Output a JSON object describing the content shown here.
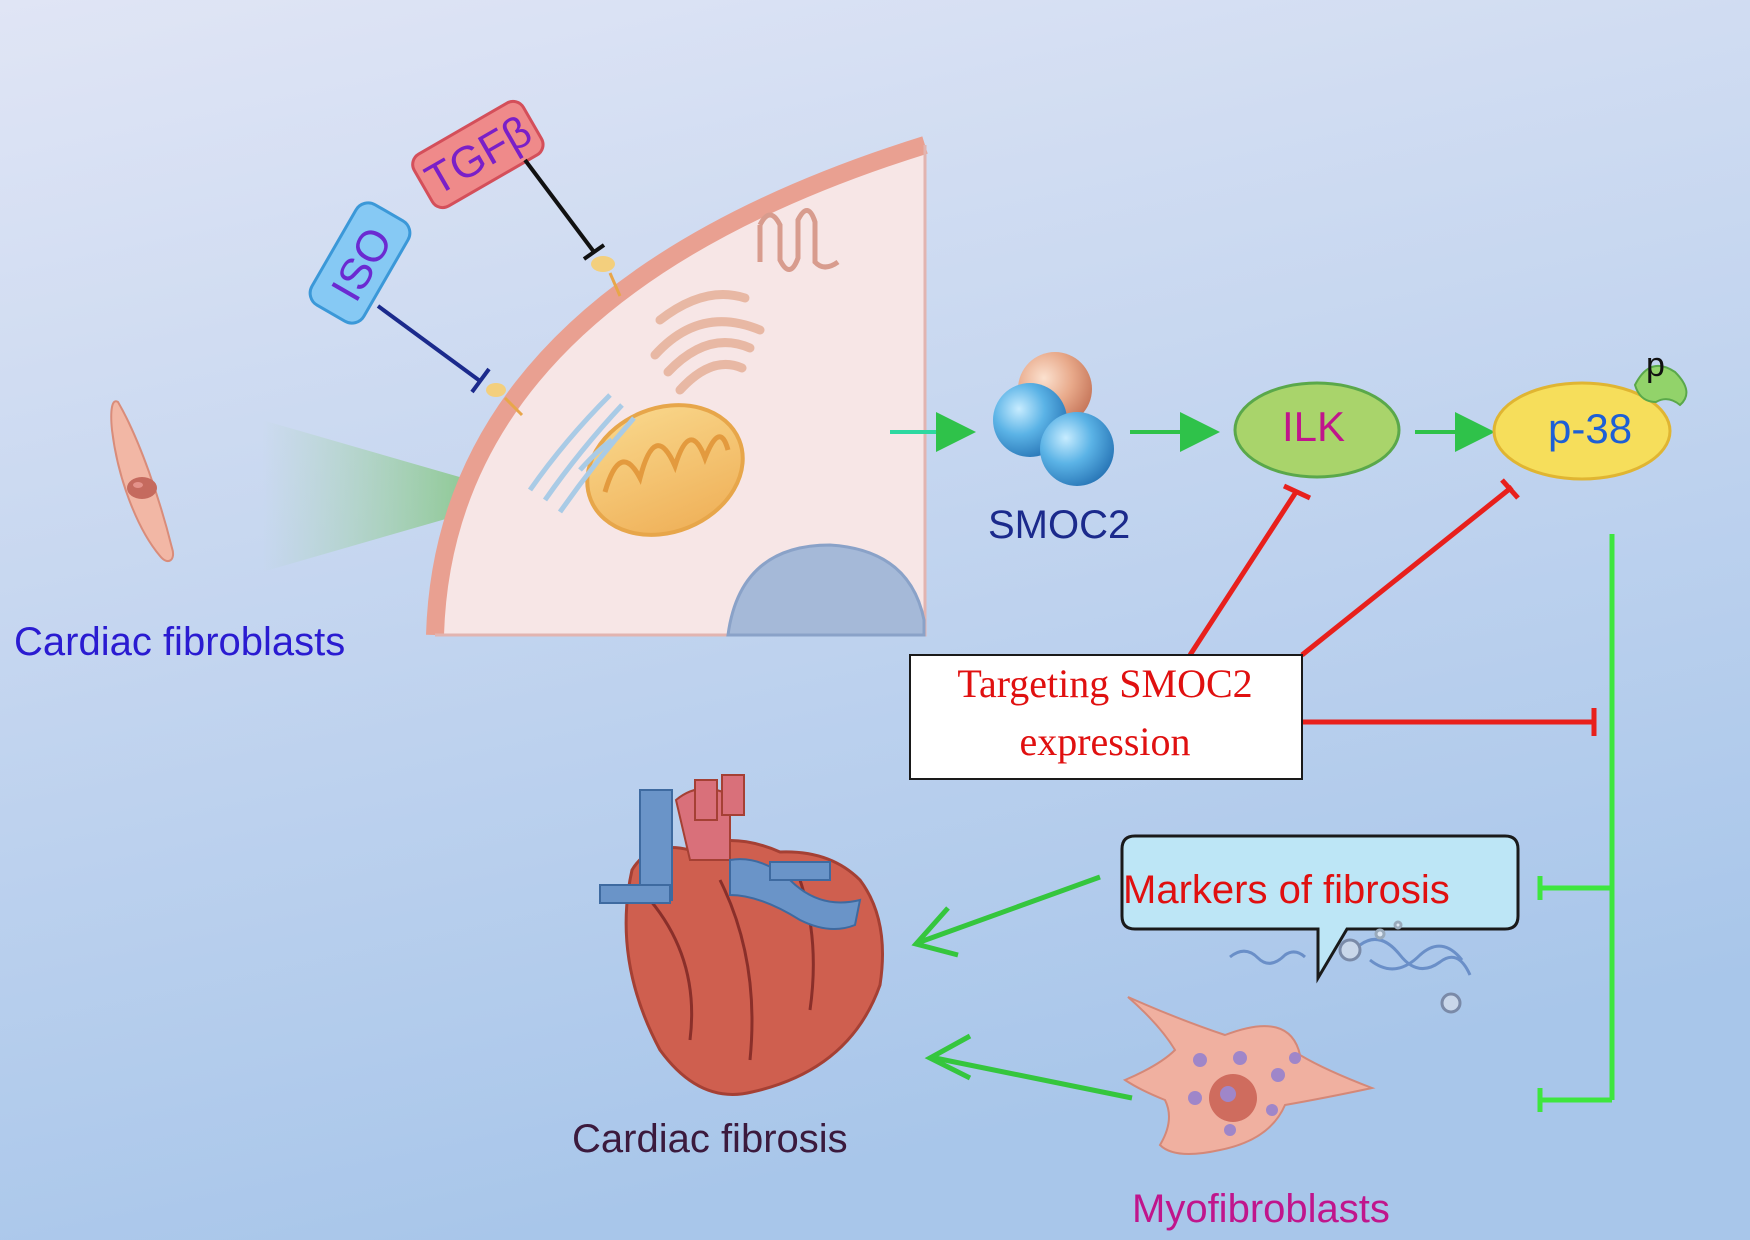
{
  "labels": {
    "iso": "ISO",
    "tgfb": "TGFβ",
    "cardiac_fibroblasts": "Cardiac fibroblasts",
    "smoc2": "SMOC2",
    "ilk": "ILK",
    "p38": "p-38",
    "phospho": "p",
    "targeting": "Targeting SMOC2 expression",
    "markers": "Markers of fibrosis",
    "cardiac_fibrosis": "Cardiac fibrosis",
    "myofibroblasts": "Myofibroblasts"
  },
  "colors": {
    "background_top": "#dfe4f4",
    "background_bottom": "#a9c6ea",
    "label_blue": "#2a1bd1",
    "label_navy": "#1b2a8c",
    "label_magenta": "#c0158c",
    "label_red": "#e01010",
    "label_dark": "#3b1a3d",
    "activation_arrow": "#3ee63e",
    "inhibition_line": "#e8201c",
    "iso_tag": "#7cc4f2",
    "tgfb_tag": "#ef7a7a",
    "ilk_fill": "#a9d46b",
    "p38_fill": "#f5dd5a",
    "markers_box": "#bfe7f7"
  }
}
